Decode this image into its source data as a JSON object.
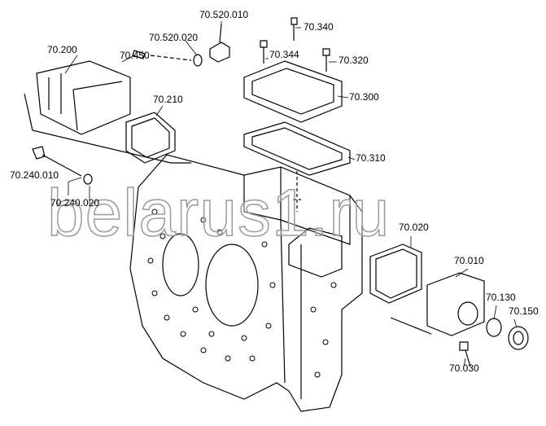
{
  "diagram": {
    "watermark": "belarus1.ru",
    "parts": [
      {
        "id": "70.520.010"
      },
      {
        "id": "70.340"
      },
      {
        "id": "70.520.020"
      },
      {
        "id": "70.344"
      },
      {
        "id": "70.320"
      },
      {
        "id": "70.200"
      },
      {
        "id": "70.450"
      },
      {
        "id": "70.300"
      },
      {
        "id": "70.210"
      },
      {
        "id": "70.310"
      },
      {
        "id": "70.240.010"
      },
      {
        "id": "70.240.020"
      },
      {
        "id": "70.020"
      },
      {
        "id": "70.010"
      },
      {
        "id": "70.130"
      },
      {
        "id": "70.150"
      },
      {
        "id": "70.030"
      }
    ]
  }
}
